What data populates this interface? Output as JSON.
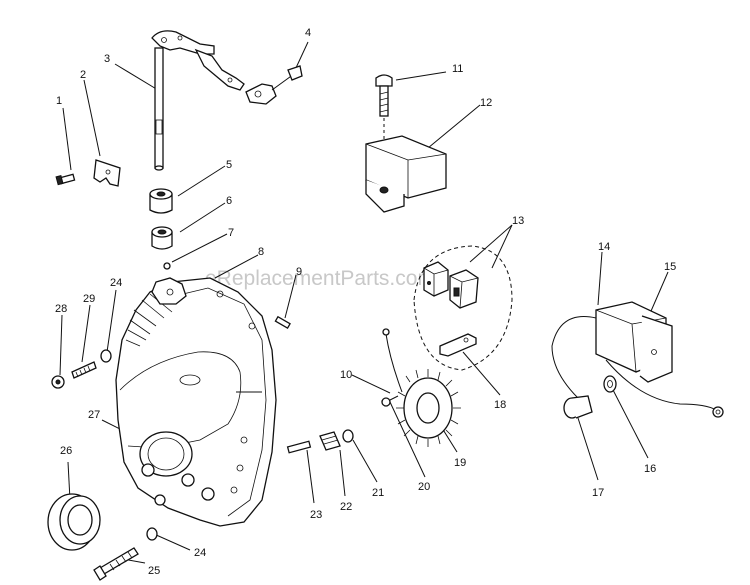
{
  "watermark": "eReplacementParts.com",
  "part_numbers": {
    "p1": "1",
    "p2": "2",
    "p3": "3",
    "p4": "4",
    "p5": "5",
    "p6": "6",
    "p7": "7",
    "p8": "8",
    "p9": "9",
    "p10": "10",
    "p11": "11",
    "p12": "12",
    "p13": "13",
    "p14": "14",
    "p15": "15",
    "p16": "16",
    "p17": "17",
    "p18": "18",
    "p19": "19",
    "p20": "20",
    "p21": "21",
    "p22": "22",
    "p23": "23",
    "p24a": "24",
    "p24b": "24",
    "p25": "25",
    "p26": "26",
    "p27": "27",
    "p28": "28",
    "p29": "29"
  }
}
